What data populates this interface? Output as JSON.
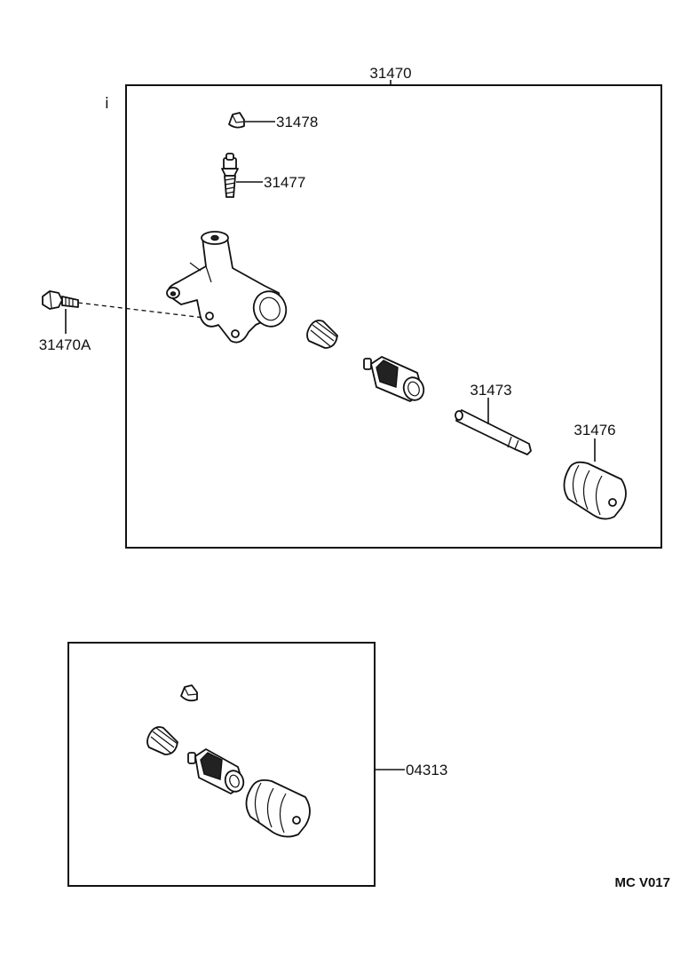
{
  "labels": {
    "assembly": "31470",
    "bleeder_cap": "31478",
    "bleeder_plug": "31477",
    "union_bolt": "31470A",
    "push_rod": "31473",
    "boot": "31476",
    "repair_kit": "04313",
    "figure_code": "MC V017"
  }
}
